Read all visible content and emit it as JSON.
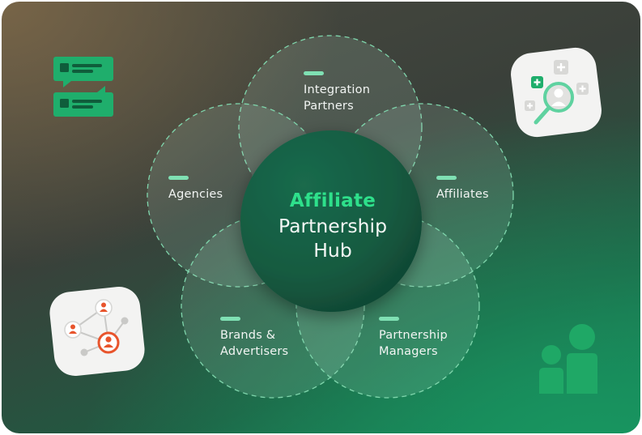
{
  "hub": {
    "title_accent": "Affiliate",
    "title_line2": "Partnership",
    "title_line3": "Hub"
  },
  "segments": {
    "integration": {
      "line1": "Integration",
      "line2": "Partners"
    },
    "agencies": {
      "line1": "Agencies"
    },
    "affiliates": {
      "line1": "Affiliates"
    },
    "brands": {
      "line1": "Brands &",
      "line2": "Advertisers"
    },
    "managers": {
      "line1": "Partnership",
      "line2": "Managers"
    }
  },
  "icons": {
    "top_left": "chat-messages-icon",
    "top_right": "search-profile-icon",
    "bottom_left": "network-people-icon",
    "bottom_right": "people-group-icon"
  },
  "colors": {
    "accent": "#2ee08b",
    "label_bar": "#7fe0b3",
    "icon_green": "#1fae6c",
    "icon_orange": "#e8542c"
  }
}
